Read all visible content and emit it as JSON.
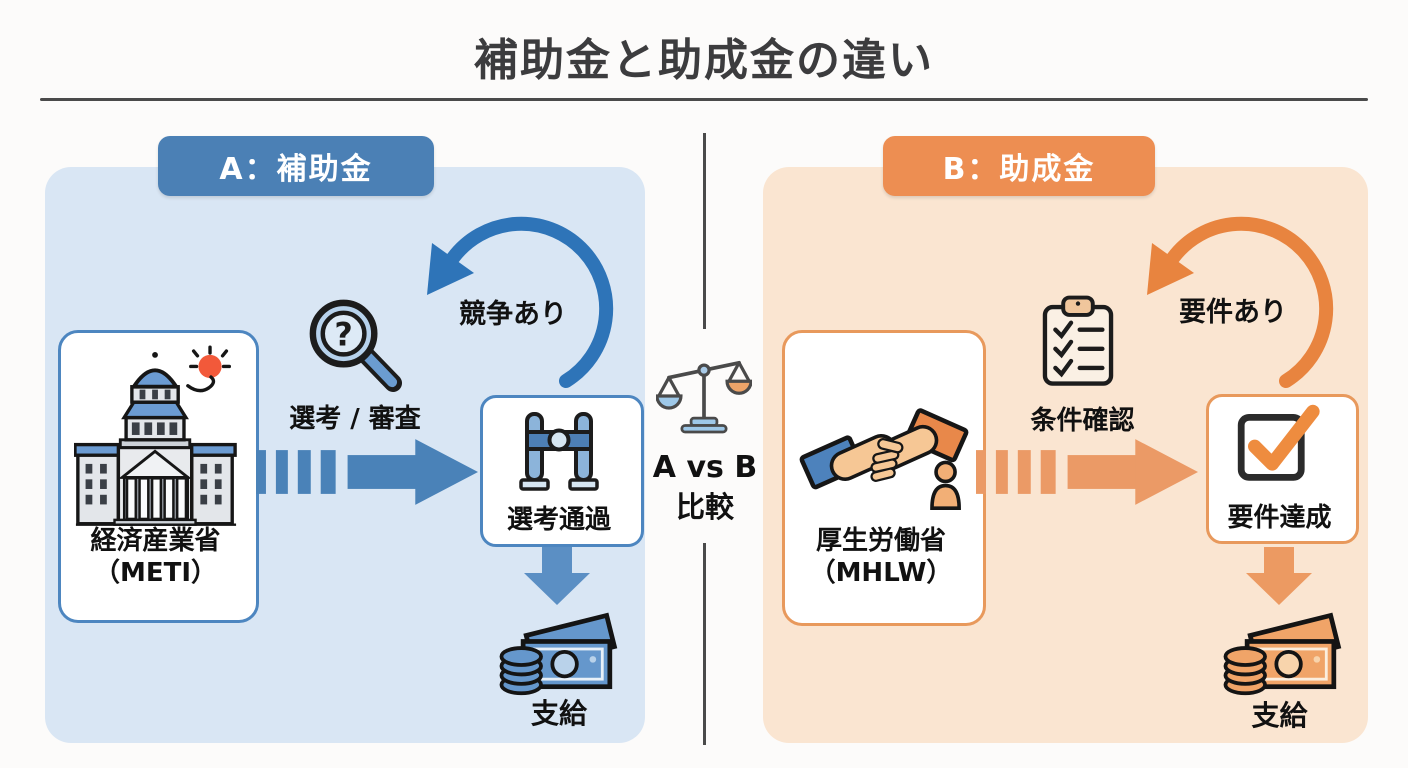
{
  "title": "補助金と助成金の違い",
  "center": {
    "compare_line1": "A vs B",
    "compare_line2": "比較",
    "scale_icon": "balance-scale-icon",
    "divider_color": "#4a4a4a"
  },
  "panel_a": {
    "header": "A：補助金",
    "accent": "#4b80b5",
    "border_color": "#4d86c0",
    "background": "#d9e6f4",
    "ministry": {
      "name": "経済産業省",
      "abbr": "（METI）",
      "icon": "government-building-icon"
    },
    "process_icon": "magnifier-question-icon",
    "process_label": "選考 / 審査",
    "loop_label": "競争あり",
    "loop_icon": "loop-arrow-icon",
    "flow_icon": "dashed-flow-arrow-icon",
    "result": {
      "label": "選考通過",
      "icon": "gate-icon"
    },
    "payout_label": "支給",
    "payout_icon": "money-icon",
    "arrow_color": "#4a82b8",
    "loop_arrow_color": "#2e74b8"
  },
  "panel_b": {
    "header": "B：助成金",
    "accent": "#ed8e52",
    "border_color": "#e8995c",
    "background": "#fae5d1",
    "ministry": {
      "name": "厚生労働省",
      "abbr": "（MHLW）",
      "icon": "handshake-icon"
    },
    "process_icon": "checklist-icon",
    "process_label": "条件確認",
    "loop_label": "要件あり",
    "loop_icon": "loop-arrow-icon",
    "flow_icon": "dashed-flow-arrow-icon",
    "result": {
      "label": "要件達成",
      "icon": "checkbox-check-icon"
    },
    "payout_label": "支給",
    "payout_icon": "money-icon",
    "arrow_color": "#eb9a66",
    "loop_arrow_color": "#e8843f"
  }
}
